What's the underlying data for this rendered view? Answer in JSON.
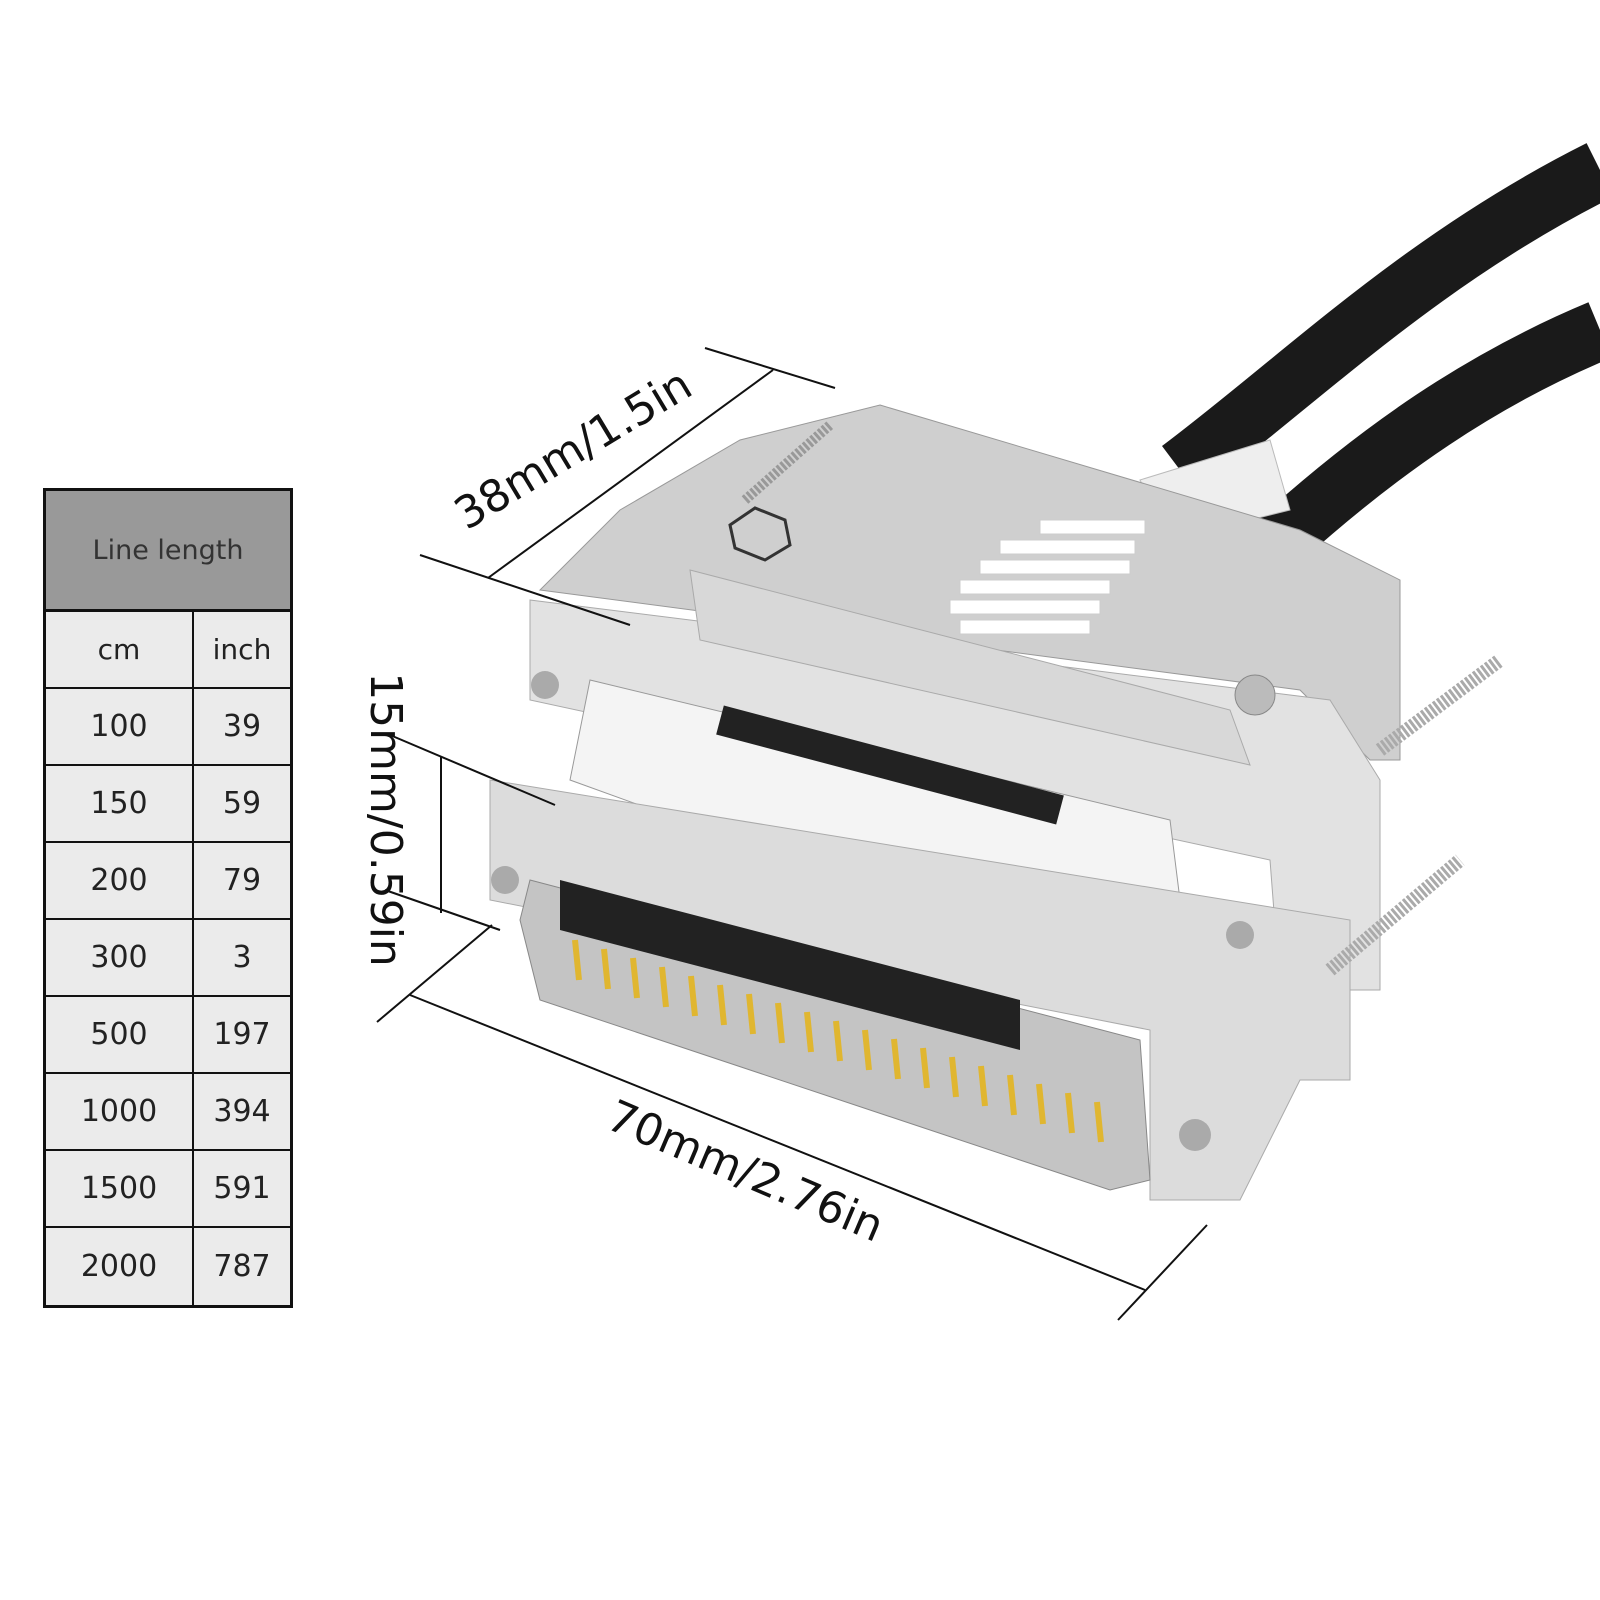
{
  "table": {
    "title": "Line length",
    "columns": [
      "cm",
      "inch"
    ],
    "rows": [
      [
        "100",
        "39"
      ],
      [
        "150",
        "59"
      ],
      [
        "200",
        "79"
      ],
      [
        "300",
        "3"
      ],
      [
        "500",
        "197"
      ],
      [
        "1000",
        "394"
      ],
      [
        "1500",
        "591"
      ],
      [
        "2000",
        "787"
      ]
    ]
  },
  "dimensions": {
    "depth": "38mm/1.5in",
    "height": "15mm/0.59in",
    "width": "70mm/2.76in"
  },
  "colors": {
    "header_bg": "#999999",
    "cell_bg": "#ebebeb",
    "shell": "#d9d9d9",
    "cable": "#1a1a1a",
    "pins": "#e0b630"
  }
}
